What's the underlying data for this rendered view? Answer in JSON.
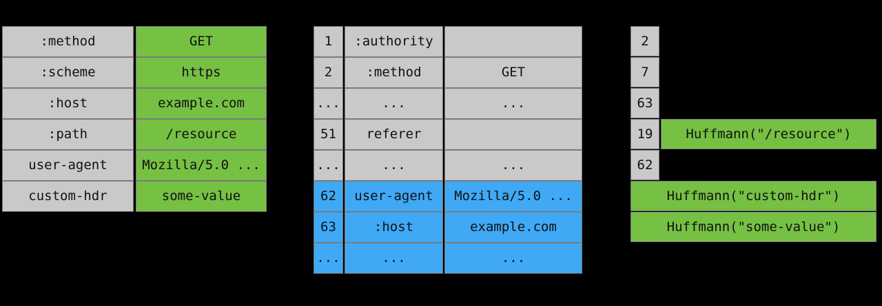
{
  "meta": {
    "title": "HPACK header compression diagram",
    "background": "#000000",
    "colors": {
      "grey": "#c9c9c9",
      "green": "#76c043",
      "blue": "#3fa9f5",
      "border": "#7a7a7a",
      "text": "#111111"
    }
  },
  "request_headers": {
    "label": "original-request-headers",
    "rows": [
      {
        "name": ":method",
        "value": "GET"
      },
      {
        "name": ":scheme",
        "value": "https"
      },
      {
        "name": ":host",
        "value": "example.com"
      },
      {
        "name": ":path",
        "value": "/resource"
      },
      {
        "name": "user-agent",
        "value": "Mozilla/5.0 ..."
      },
      {
        "name": "custom-hdr",
        "value": "some-value"
      }
    ]
  },
  "header_table": {
    "label": "hpack-header-table",
    "rows": [
      {
        "index": "1",
        "name": ":authority",
        "value": "",
        "highlight": "grey"
      },
      {
        "index": "2",
        "name": ":method",
        "value": "GET",
        "highlight": "grey"
      },
      {
        "index": "...",
        "name": "...",
        "value": "...",
        "highlight": "grey"
      },
      {
        "index": "51",
        "name": "referer",
        "value": "",
        "highlight": "grey"
      },
      {
        "index": "...",
        "name": "...",
        "value": "...",
        "highlight": "grey"
      },
      {
        "index": "62",
        "name": "user-agent",
        "value": "Mozilla/5.0 ...",
        "highlight": "blue"
      },
      {
        "index": "63",
        "name": ":host",
        "value": "example.com",
        "highlight": "blue"
      },
      {
        "index": "...",
        "name": "...",
        "value": "...",
        "highlight": "blue"
      }
    ]
  },
  "encoded_output": {
    "label": "encoded-header-block",
    "rows": [
      {
        "index": "2",
        "literal": "",
        "kind": "index-only"
      },
      {
        "index": "7",
        "literal": "",
        "kind": "index-only"
      },
      {
        "index": "63",
        "literal": "",
        "kind": "index-only"
      },
      {
        "index": "19",
        "literal": "Huffmann(\"/resource\")",
        "kind": "index-plus-literal"
      },
      {
        "index": "62",
        "literal": "",
        "kind": "index-only"
      },
      {
        "index": "",
        "literal": "Huffmann(\"custom-hdr\")",
        "kind": "literal-only"
      },
      {
        "index": "",
        "literal": "Huffmann(\"some-value\")",
        "kind": "literal-only"
      }
    ]
  }
}
